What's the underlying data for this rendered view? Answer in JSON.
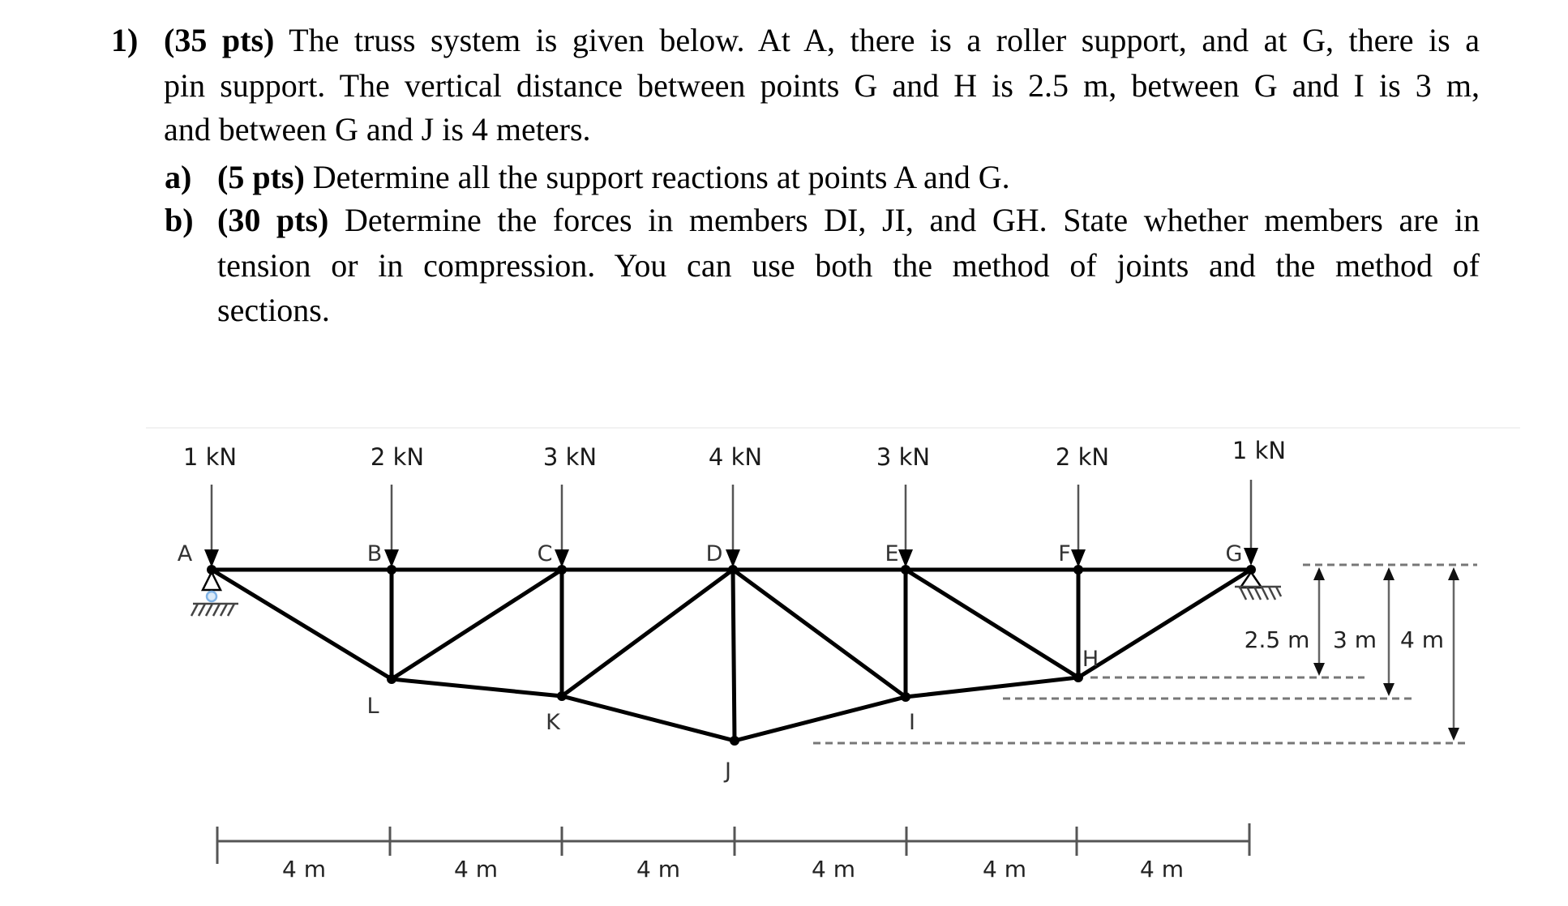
{
  "problem": {
    "number": "1)",
    "points": "(35 pts)",
    "intro_lines": [
      "The truss system is given below. At A, there is a roller support, and at G, there is a",
      "pin support. The vertical distance between points G and H is 2.5 m, between G and I is 3 m,",
      "and between G and J is 4 meters."
    ],
    "parts": [
      {
        "label": "a)",
        "points": "(5 pts)",
        "lines": [
          "Determine all the support reactions at points A and G."
        ]
      },
      {
        "label": "b)",
        "points": "(30 pts)",
        "lines": [
          "Determine the forces in members DI, JI, and GH. State whether members are in",
          "tension or in compression. You can use both the method of joints and the method of",
          "sections."
        ]
      }
    ]
  },
  "diagram": {
    "loads": [
      {
        "node": "A",
        "label": "1 kN"
      },
      {
        "node": "B",
        "label": "2 kN"
      },
      {
        "node": "C",
        "label": "3 kN"
      },
      {
        "node": "D",
        "label": "4 kN"
      },
      {
        "node": "E",
        "label": "3 kN"
      },
      {
        "node": "F",
        "label": "2 kN"
      },
      {
        "node": "G",
        "label": "1 kN"
      }
    ],
    "top_nodes": [
      "A",
      "B",
      "C",
      "D",
      "E",
      "F",
      "G"
    ],
    "bottom_nodes": [
      "L",
      "K",
      "J",
      "I",
      "H"
    ],
    "supports": {
      "A": "roller",
      "G": "pin"
    },
    "horizontal_spacing": [
      "4 m",
      "4 m",
      "4 m",
      "4 m",
      "4 m",
      "4 m"
    ],
    "vertical_dimensions": [
      {
        "from": "G",
        "to": "H",
        "label": "2.5 m"
      },
      {
        "from": "G",
        "to": "I",
        "label": "3 m"
      },
      {
        "from": "G",
        "to": "J",
        "label": "4 m"
      }
    ],
    "colors": {
      "members": "#000000",
      "loads": "#555555",
      "dims": "#666666"
    }
  }
}
